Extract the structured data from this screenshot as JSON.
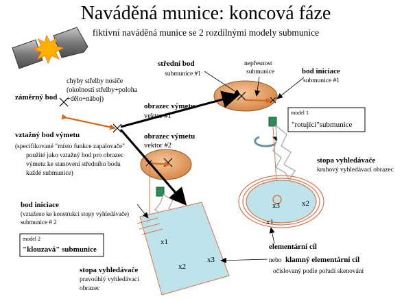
{
  "title": "Naváděná munice: koncová fáze",
  "subtitle": "fiktivní naváděná munice se 2 rozdílnými modely submunice",
  "labels": {
    "chyby_line1": "chyby střelby nosiče",
    "chyby_line2": "(okolnosti střelby+poloha",
    "chyby_line3": "+dělo+náboj)",
    "zamerny_bod": "záměrný bod",
    "stredni_bod": "střední bod",
    "stredni_bod_sub": "submunice #1",
    "nepresnost_line1": "nepřesnost",
    "nepresnost_line2": "submunice",
    "bod_iniciace_top": "bod iniciace",
    "bod_iniciace_top_sub": "submunice #1",
    "obrazec_vymetu_1_line1": "obrazec výmetu",
    "obrazec_vymetu_1_line2": "vektor #1",
    "obrazec_vymetu_2_line1": "obrazec výmetu",
    "obrazec_vymetu_2_line2": "vektor #2",
    "vztazny_bod": "vztažný bod výmetu",
    "spec_line1": "(specifikované \"místo funkce zapalovače\"",
    "spec_line2": "použité jako vztažný bod pro obrazec",
    "spec_line3": "výmetu ke stanovení středního bodu",
    "spec_line4": "každé submunice)",
    "bod_iniciace_left": "bod iniciace",
    "bod_iniciace_left_line1": "(vztaženo ke konstrukci stopy vyhledávače)",
    "bod_iniciace_left_line2": "submunice # 2",
    "stopa_right": "stopa vyhledávače",
    "stopa_right_sub": "kruhový vyhledávací obrazec",
    "stopa_bottom": "stopa vyhledávače",
    "stopa_bottom_line1": "pravoúhlý vyhledávací",
    "stopa_bottom_line2": "obrazec",
    "elementarni_cil": "elementární cíl",
    "nebo": "nebo",
    "klamny_cil": "klamný elementární cíl",
    "ocislovany": "očíslovaný podle pořadí skenování"
  },
  "model1": {
    "tag": "model 1",
    "name": "\"rotující\"submunice"
  },
  "model2": {
    "tag": "model 2",
    "name": "\"klouzavá\" submunice"
  },
  "targets": {
    "rect": [
      "x1",
      "x2",
      "x3"
    ],
    "circle": [
      "x3",
      "x2",
      "x1"
    ]
  },
  "colors": {
    "ellipse_fill": "#e8a96a",
    "ellipse_stroke": "#8a5a2e",
    "footprint_fill": "#bfe3ea",
    "footprint_ring": "#d9734a",
    "submunition_green": "#2e8b57",
    "arrow_black": "#000000",
    "arrow_orange": "#d2691e",
    "beam_grey": "#9aa7b0",
    "explosion": "#ffb000"
  },
  "icons": [
    "shell-body-icon",
    "shell-head-icon",
    "explosion-icon",
    "rotation-icon",
    "submunition-icon",
    "seeker-beam-icon",
    "target-marker-icon"
  ]
}
